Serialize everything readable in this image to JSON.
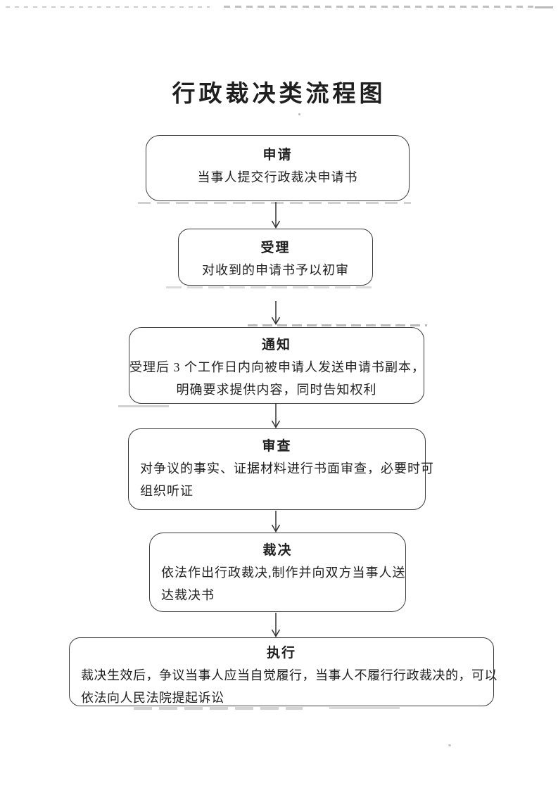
{
  "document": {
    "title": "行政裁决类流程图",
    "colors": {
      "ink": "#1f1f1f",
      "box_border": "#3c3c3c",
      "background": "#ffffff",
      "arrow": "#333333"
    },
    "flowchart": {
      "steps": [
        {
          "title": "申请",
          "body_lines": [
            "当事人提交行政裁决申请书"
          ]
        },
        {
          "title": "受理",
          "body_lines": [
            "对收到的申请书予以初审"
          ]
        },
        {
          "title": "通知",
          "body_lines": [
            "受理后 3 个工作日内向被申请人发送申请书副本，",
            "明确要求提供内容，同时告知权利"
          ]
        },
        {
          "title": "审查",
          "body_lines": [
            "对争议的事实、证据材料进行书面审查，必要时可",
            "组织听证"
          ]
        },
        {
          "title": "裁决",
          "body_lines": [
            "依法作出行政裁决,制作并向双方当事人送",
            "达裁决书"
          ]
        },
        {
          "title": "执行",
          "body_lines": [
            "裁决生效后，争议当事人应当自觉履行，当事人不履行行政裁决的，可以",
            "依法向人民法院提起诉讼"
          ]
        }
      ]
    }
  }
}
